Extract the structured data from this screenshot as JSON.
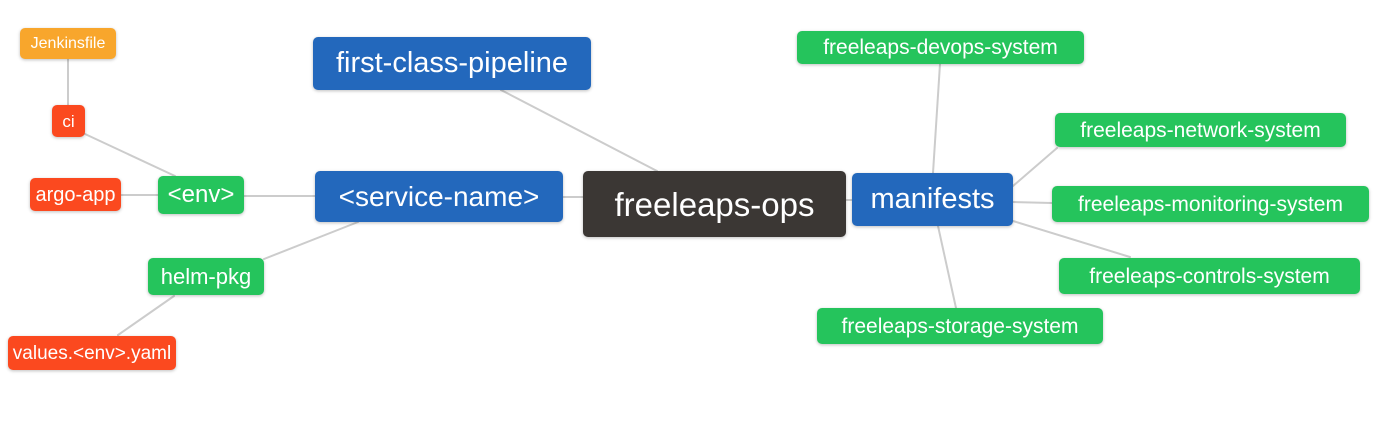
{
  "diagram": {
    "type": "mindmap",
    "root_id": "freeleaps-ops",
    "palette": {
      "blue": "#2368BC",
      "green": "#25C45C",
      "red": "#FB491F",
      "orange": "#F8A62C",
      "dark": "#3B3734",
      "edge": "#CCCCCC",
      "text": "#FFFFFF",
      "background": "#FFFFFF"
    },
    "nodes": [
      {
        "id": "jenkinsfile",
        "label": "Jenkinsfile",
        "color": "orange"
      },
      {
        "id": "ci",
        "label": "ci",
        "color": "red"
      },
      {
        "id": "argo-app",
        "label": "argo-app",
        "color": "red"
      },
      {
        "id": "env",
        "label": "<env>",
        "color": "green"
      },
      {
        "id": "first-class-pipeline",
        "label": "first-class-pipeline",
        "color": "blue"
      },
      {
        "id": "service-name",
        "label": "<service-name>",
        "color": "blue"
      },
      {
        "id": "freeleaps-ops",
        "label": "freeleaps-ops",
        "color": "dark"
      },
      {
        "id": "manifests",
        "label": "manifests",
        "color": "blue"
      },
      {
        "id": "devops-system",
        "label": "freeleaps-devops-system",
        "color": "green"
      },
      {
        "id": "network-system",
        "label": "freeleaps-network-system",
        "color": "green"
      },
      {
        "id": "monitoring-system",
        "label": "freeleaps-monitoring-system",
        "color": "green"
      },
      {
        "id": "controls-system",
        "label": "freeleaps-controls-system",
        "color": "green"
      },
      {
        "id": "storage-system",
        "label": "freeleaps-storage-system",
        "color": "green"
      },
      {
        "id": "helm-pkg",
        "label": "helm-pkg",
        "color": "green"
      },
      {
        "id": "values-env-yaml",
        "label": "values.<env>.yaml",
        "color": "red"
      }
    ],
    "edges": [
      {
        "from": "jenkinsfile",
        "to": "ci"
      },
      {
        "from": "ci",
        "to": "env"
      },
      {
        "from": "argo-app",
        "to": "env"
      },
      {
        "from": "env",
        "to": "service-name"
      },
      {
        "from": "service-name",
        "to": "helm-pkg"
      },
      {
        "from": "helm-pkg",
        "to": "values-env-yaml"
      },
      {
        "from": "first-class-pipeline",
        "to": "freeleaps-ops"
      },
      {
        "from": "service-name",
        "to": "freeleaps-ops"
      },
      {
        "from": "freeleaps-ops",
        "to": "manifests"
      },
      {
        "from": "manifests",
        "to": "devops-system"
      },
      {
        "from": "manifests",
        "to": "network-system"
      },
      {
        "from": "manifests",
        "to": "monitoring-system"
      },
      {
        "from": "manifests",
        "to": "controls-system"
      },
      {
        "from": "manifests",
        "to": "storage-system"
      }
    ]
  }
}
